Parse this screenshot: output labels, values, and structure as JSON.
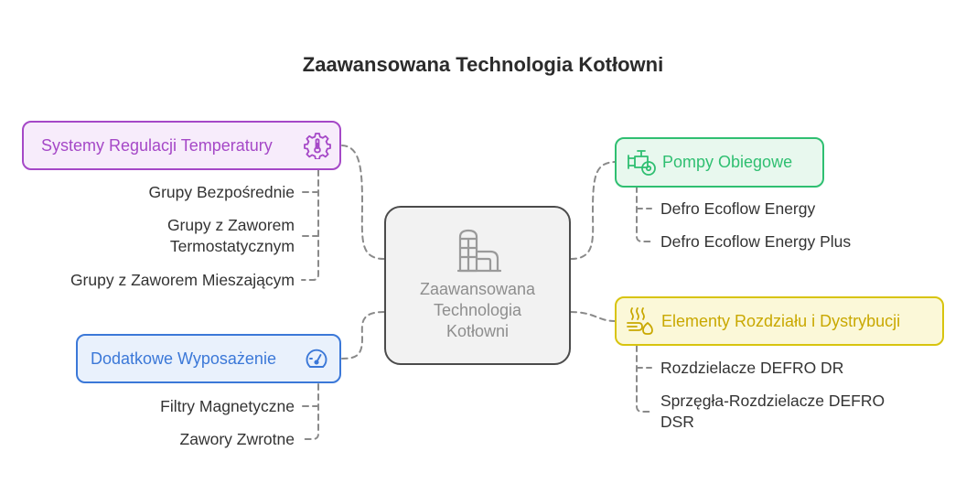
{
  "title": "Zaawansowana Technologia Kotłowni",
  "center": {
    "label_lines": [
      "Zaawansowana",
      "Technologia",
      "Kotłowni"
    ],
    "icon": "boiler-room-icon"
  },
  "colors": {
    "purple": "#a548c7",
    "purple_bg": "#f7ecfb",
    "green": "#2fbf71",
    "green_bg": "#e8f8ee",
    "blue": "#3b78d8",
    "blue_bg": "#e9f1fc",
    "yellow": "#d8c40e",
    "yellow_bg": "#fbf8d8",
    "connector": "#8a8a8a",
    "center_border": "#4b4b4b"
  },
  "categories": {
    "temperature": {
      "label": "Systemy Regulacji Temperatury",
      "icon": "thermostat-gear-icon",
      "items": [
        "Grupy Bezpośrednie",
        "Grupy z Zaworem Termostatycznym",
        "Grupy z Zaworem Mieszającym"
      ]
    },
    "equipment": {
      "label": "Dodatkowe Wyposażenie",
      "icon": "gauge-icon",
      "items": [
        "Filtry Magnetyczne",
        "Zawory Zwrotne"
      ]
    },
    "pumps": {
      "label": "Pompy Obiegowe",
      "icon": "pump-valve-icon",
      "items": [
        "Defro Ecoflow Energy",
        "Defro Ecoflow Energy Plus"
      ]
    },
    "distribution": {
      "label": "Elementy Rozdziału i Dystrybucji",
      "icon": "heat-distribution-icon",
      "items": [
        "Rozdzielacze DEFRO DR",
        "Sprzęgła-Rozdzielacze DEFRO DSR"
      ]
    }
  }
}
